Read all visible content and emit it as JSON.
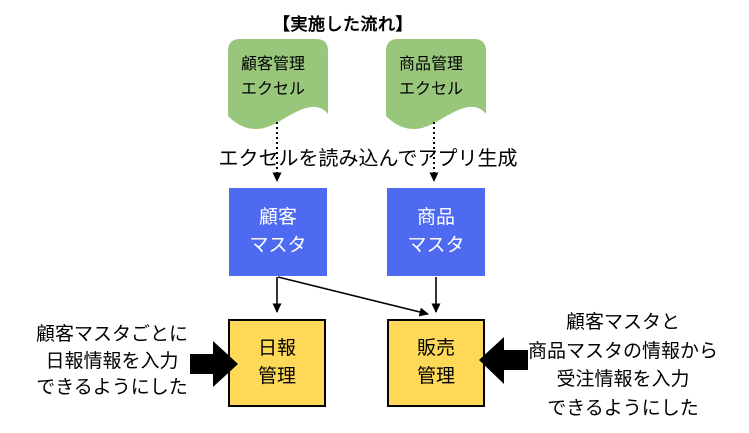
{
  "title": "【実施した流れ】",
  "caption": "エクセルを読み込んでアプリ生成",
  "sources": [
    {
      "label": "顧客管理\nエクセル"
    },
    {
      "label": "商品管理\nエクセル"
    }
  ],
  "masters": [
    {
      "label": "顧客\nマスタ"
    },
    {
      "label": "商品\nマスタ"
    }
  ],
  "apps": [
    {
      "label": "日報\n管理"
    },
    {
      "label": "販売\n管理"
    }
  ],
  "notes": {
    "left": "顧客マスタごとに\n日報情報を入力\nできるようにした",
    "right": "顧客マスタと\n商品マスタの情報から\n受注情報を入力\nできるようにした"
  },
  "colors": {
    "source_fill": "#98C77C",
    "master_fill": "#4E6AF0",
    "master_text": "#FFFFFF",
    "app_fill": "#FDD957",
    "app_border": "#000000",
    "connector": "#000000",
    "text": "#000000"
  }
}
